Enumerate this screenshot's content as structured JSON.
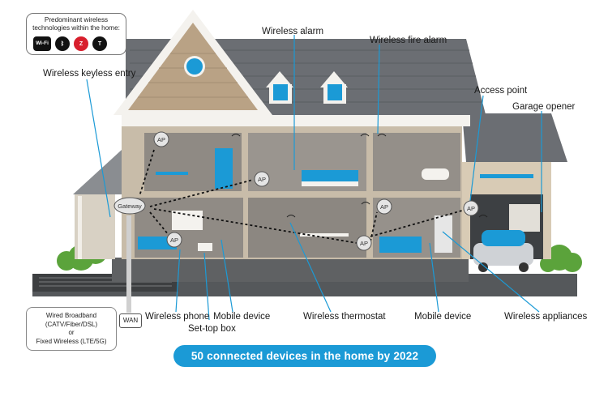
{
  "tech_box": {
    "title_line1": "Predominant wireless",
    "title_line2": "technologies within the home:",
    "icons": [
      {
        "name": "wifi-icon",
        "glyph": "Wi-Fi"
      },
      {
        "name": "bluetooth-icon",
        "glyph": "ᛒ"
      },
      {
        "name": "zwave-icon",
        "glyph": "Z"
      },
      {
        "name": "thread-icon",
        "glyph": "T"
      }
    ]
  },
  "labels": {
    "wireless_alarm": "Wireless alarm",
    "wireless_fire_alarm": "Wireless fire alarm",
    "wireless_keyless_entry": "Wireless keyless entry",
    "access_point": "Access point",
    "garage_opener": "Garage opener",
    "wireless_phone": "Wireless phone",
    "mobile_device_left": "Mobile device",
    "set_top_box": "Set-top box",
    "wireless_thermostat": "Wireless thermostat",
    "mobile_device_right": "Mobile device",
    "wireless_appliances": "Wireless appliances"
  },
  "nodes": {
    "ap": "AP",
    "gateway": "Gateway",
    "wan": "WAN"
  },
  "wired_box": {
    "line1": "Wired Broadband",
    "line2": "(CATV/Fiber/DSL)",
    "line3": "or",
    "line4": "Fixed Wireless (LTE/5G)"
  },
  "banner": "50 connected devices in the home by 2022",
  "colors": {
    "roof": "#6b6e73",
    "siding": "#b9ab95",
    "interior": "#8f8a84",
    "accent_blue": "#1b9ad6",
    "ground": "#4a4d50"
  }
}
